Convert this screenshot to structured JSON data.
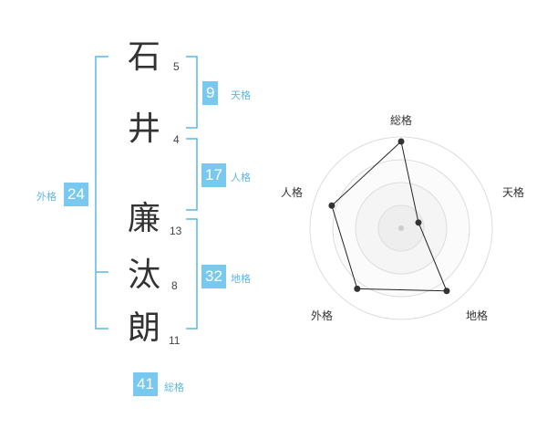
{
  "name": [
    {
      "char": "石",
      "strokes": "5"
    },
    {
      "char": "井",
      "strokes": "4"
    },
    {
      "char": "廉",
      "strokes": "13"
    },
    {
      "char": "汰",
      "strokes": "8"
    },
    {
      "char": "朗",
      "strokes": "11"
    }
  ],
  "kaku": {
    "tenkaku": {
      "value": "9",
      "label": "天格"
    },
    "jinkaku": {
      "value": "17",
      "label": "人格"
    },
    "chikaku": {
      "value": "32",
      "label": "地格"
    },
    "gaikaku": {
      "value": "24",
      "label": "外格"
    },
    "soukaku": {
      "value": "41",
      "label": "総格"
    }
  },
  "colors": {
    "accent": "#78c8f0",
    "bracket": "#5fb6e6"
  },
  "chart_data": {
    "type": "radar",
    "axes": [
      "総格",
      "天格",
      "地格",
      "外格",
      "人格"
    ],
    "values": [
      0.95,
      0.2,
      0.85,
      0.82,
      0.8
    ],
    "max": 1,
    "rings": 4
  }
}
